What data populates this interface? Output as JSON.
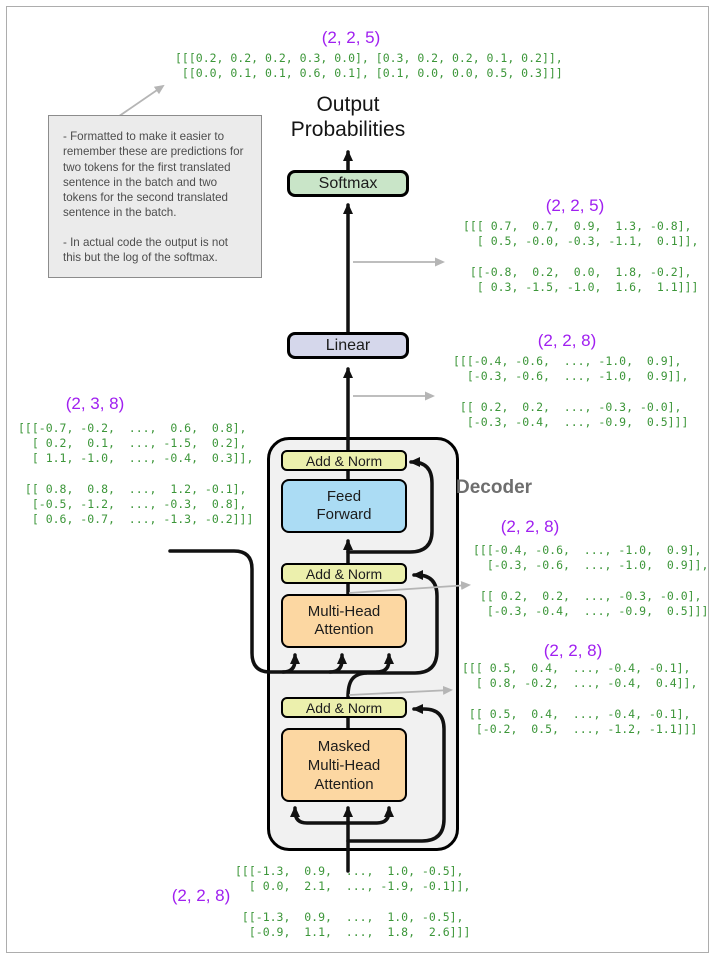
{
  "title": "Transformer decoder output shapes diagram",
  "note": {
    "para1": "- Formatted to make it easier to remember these are predictions for two tokens for the first translated sentence in the batch and two tokens for the second translated sentence in the batch.",
    "para2": "- In actual code the output is not this but the log of the softmax."
  },
  "output_heading": "Output\nProbabilities",
  "blocks": {
    "softmax": "Softmax",
    "linear": "Linear",
    "add_norm": "Add & Norm",
    "feed_forward": "Feed\nForward",
    "multi_head_attention": "Multi-Head\nAttention",
    "masked_multi_head_attention": "Masked\nMulti-Head\nAttention",
    "decoder": "Decoder"
  },
  "annotations": {
    "probabilities": {
      "shape": "(2, 2, 5)",
      "matrix": "[[[0.2, 0.2, 0.2, 0.3, 0.0], [0.3, 0.2, 0.2, 0.1, 0.2]],\n [[0.0, 0.1, 0.1, 0.6, 0.1], [0.1, 0.0, 0.0, 0.5, 0.3]]]"
    },
    "softmax_input": {
      "shape": "(2, 2, 5)",
      "matrix": "[[[ 0.7,  0.7,  0.9,  1.3, -0.8],\n  [ 0.5, -0.0, -0.3, -1.1,  0.1]],\n\n [[-0.8,  0.2,  0.0,  1.8, -0.2],\n  [ 0.3, -1.5, -1.0,  1.6,  1.1]]]"
    },
    "linear_input": {
      "shape": "(2, 2, 8)",
      "matrix": "[[[-0.4, -0.6,  ..., -1.0,  0.9],\n  [-0.3, -0.6,  ..., -1.0,  0.9]],\n\n [[ 0.2,  0.2,  ..., -0.3, -0.0],\n  [-0.3, -0.4,  ..., -0.9,  0.5]]]"
    },
    "encoder_memory": {
      "shape": "(2, 3, 8)",
      "matrix": "[[[-0.7, -0.2,  ...,  0.6,  0.8],\n  [ 0.2,  0.1,  ..., -1.5,  0.2],\n  [ 1.1, -1.0,  ..., -0.4,  0.3]],\n\n [[ 0.8,  0.8,  ...,  1.2, -0.1],\n  [-0.5, -1.2,  ..., -0.3,  0.8],\n  [ 0.6, -0.7,  ..., -1.3, -0.2]]]"
    },
    "attention_output": {
      "shape": "(2, 2, 8)",
      "matrix": "[[[-0.4, -0.6,  ..., -1.0,  0.9],\n  [-0.3, -0.6,  ..., -1.0,  0.9]],\n\n [[ 0.2,  0.2,  ..., -0.3, -0.0],\n  [-0.3, -0.4,  ..., -0.9,  0.5]]]"
    },
    "masked_attention_output": {
      "shape": "(2, 2, 8)",
      "matrix": "[[[ 0.5,  0.4,  ..., -0.4, -0.1],\n  [ 0.8, -0.2,  ..., -0.4,  0.4]],\n\n [[ 0.5,  0.4,  ..., -0.4, -0.1],\n  [-0.2,  0.5,  ..., -1.2, -1.1]]]"
    },
    "decoder_input": {
      "shape": "(2, 2, 8)",
      "matrix": "[[[-1.3,  0.9,  ...,  1.0, -0.5],\n  [ 0.0,  2.1,  ..., -1.9, -0.1]],\n\n [[-1.3,  0.9,  ...,  1.0, -0.5],\n  [-0.9,  1.1,  ...,  1.8,  2.6]]]"
    }
  },
  "colors": {
    "shape_label": "#a020f0",
    "matrix_text": "#3c9639",
    "softmax_fill": "#c9e5c8",
    "linear_fill": "#d5d7eb",
    "add_norm_fill": "#ecf0ad",
    "feed_forward_fill": "#abdcf4",
    "attention_fill": "#fcd7a2",
    "decoder_fill": "#f1f1f1",
    "note_fill": "#ebebeb",
    "annotation_arrow": "#b5b5b5"
  }
}
